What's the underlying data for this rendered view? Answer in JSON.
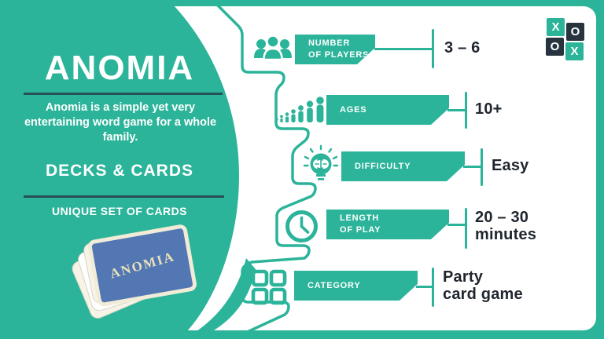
{
  "colors": {
    "teal": "#2bb49a",
    "dark_navy": "#273440",
    "value_text": "#20262e",
    "divider": "#28505b",
    "card_blue": "#5377b2",
    "card_cream": "#f1ecd8"
  },
  "left_panel": {
    "title": "ANOMIA",
    "description": "Anomia is a simple yet very\nentertaining word game for a whole\nfamily.",
    "subheading": "DECKS & CARDS",
    "sub_subheading": "UNIQUE SET  OF CARDS",
    "card_label": "ANOMIA"
  },
  "logo": {
    "tiles": [
      {
        "letter": "X",
        "variant": "teal"
      },
      {
        "letter": "O",
        "variant": "dark"
      },
      {
        "letter": "O",
        "variant": "dark"
      },
      {
        "letter": "X",
        "variant": "teal"
      }
    ]
  },
  "rows": [
    {
      "id": "number-of-players",
      "label": "NUMBER\nOF PLAYERS",
      "value": "3 – 6"
    },
    {
      "id": "ages",
      "label": "AGES",
      "value": "10+"
    },
    {
      "id": "difficulty",
      "label": "DIFFICULTY",
      "value": "Easy"
    },
    {
      "id": "length-of-play",
      "label": "LENGTH\nOF PLAY",
      "value": "20 – 30\nminutes"
    },
    {
      "id": "category",
      "label": "CATEGORY",
      "value": "Party\ncard game"
    }
  ]
}
